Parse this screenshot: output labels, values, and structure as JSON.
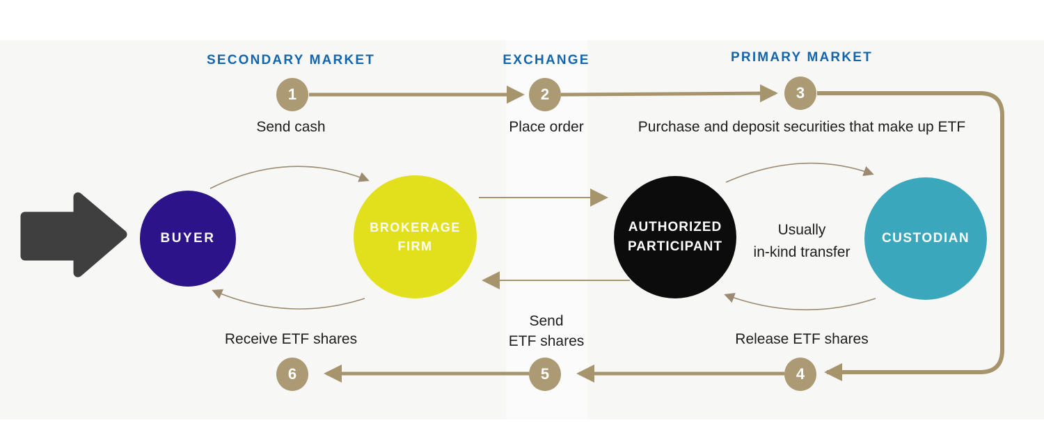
{
  "sections": {
    "secondary": "SECONDARY MARKET",
    "exchange": "EXCHANGE",
    "primary": "PRIMARY MARKET"
  },
  "steps": [
    {
      "num": "1",
      "label": "Send cash"
    },
    {
      "num": "2",
      "label": "Place order"
    },
    {
      "num": "3",
      "label": "Purchase and deposit securities that make up ETF"
    },
    {
      "num": "4",
      "label": "Release ETF shares"
    },
    {
      "num": "5",
      "label": "Send\nETF shares"
    },
    {
      "num": "6",
      "label": "Receive ETF shares"
    }
  ],
  "entities": [
    {
      "name": "BUYER",
      "color": "#2c1389"
    },
    {
      "name": "BROKERAGE\nFIRM",
      "color": "#e2e01d"
    },
    {
      "name": "AUTHORIZED\nPARTICIPANT",
      "color": "#0c0c0c"
    },
    {
      "name": "CUSTODIAN",
      "color": "#3ba7bc"
    }
  ],
  "annotations": {
    "in_kind_transfer": "Usually\nin-kind transfer"
  },
  "colors": {
    "header_blue": "#1365ac",
    "connector_tan": "#a6946d",
    "step_circle_tan": "#ac9a74",
    "arc_gray_tan": "#9c8b71",
    "flow_arrow_gray": "#3f3f3f",
    "background": "#f7f7f5",
    "label_text": "#1c1c1c"
  }
}
